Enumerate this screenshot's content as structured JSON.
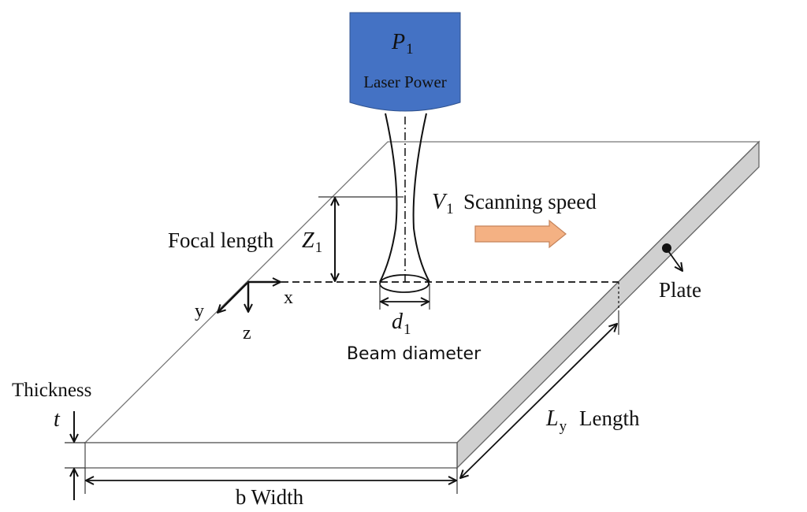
{
  "diagram": {
    "title": "Laser scanning of a plate — process parameters",
    "laser_head": {
      "symbol": "P",
      "subscript": "1",
      "label": "Laser Power",
      "color": "#4472C4"
    },
    "scanning_speed": {
      "symbol": "V",
      "subscript": "1",
      "label": "Scanning speed",
      "arrow_color": "#F4B183"
    },
    "focal_length": {
      "label": "Focal length",
      "symbol": "Z",
      "subscript": "1"
    },
    "beam_diameter": {
      "symbol": "d",
      "subscript": "1",
      "label": "Beam diameter"
    },
    "axes": {
      "x": "x",
      "y": "y",
      "z": "z"
    },
    "plate": {
      "label": "Plate",
      "side_color": "#D0D0D0"
    },
    "thickness": {
      "label": "Thickness",
      "symbol": "t"
    },
    "width": {
      "symbol": "b",
      "label": "Width"
    },
    "length": {
      "symbol": "L",
      "subscript": "y",
      "label": "Length"
    }
  }
}
